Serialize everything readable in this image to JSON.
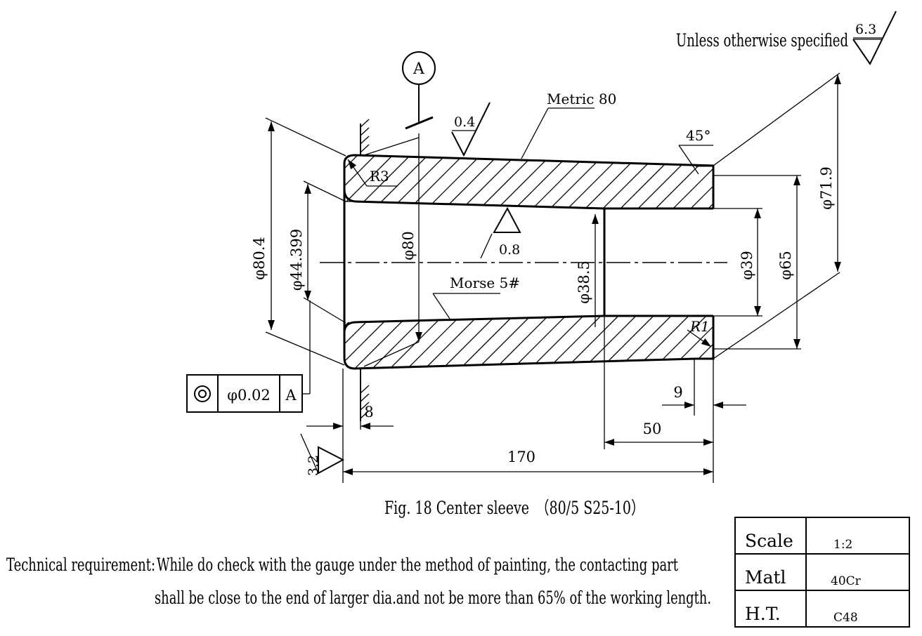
{
  "general_roughness": {
    "label": "Unless otherwise specified",
    "value": "6.3"
  },
  "datum": {
    "letter": "A"
  },
  "roughness": {
    "outer": "0.4",
    "bore": "0.8",
    "end_face": "3.2"
  },
  "thread": {
    "label": "Metric 80"
  },
  "taper": {
    "label": "Morse 5#"
  },
  "angle": {
    "chamfer": "45°"
  },
  "radii": {
    "r3": "R3",
    "r1": "R1"
  },
  "dimensions": {
    "d80_4": "φ80.4",
    "d44_399": "φ44.399",
    "d80": "φ80",
    "d38_5": "φ38.5",
    "d39": "φ39",
    "d65": "φ65",
    "d71_9": "φ71.9",
    "len170": "170",
    "len50": "50",
    "len9": "9",
    "len8": "8"
  },
  "tolerance_frame": {
    "symbol": "concentricity",
    "value": "φ0.02",
    "datum": "A"
  },
  "caption": "Fig. 18 Center sleeve　（80/5 S25-10）",
  "tech_requirement": {
    "heading": "Technical requirement:",
    "line1": "While do check with the gauge under the method of painting, the contacting part",
    "line2": "shall be close to the end of larger dia.and not be more than 65% of the working length."
  },
  "title_block": [
    {
      "label": "Scale",
      "value": "1:2"
    },
    {
      "label": "Matl",
      "value": "40Cr"
    },
    {
      "label": "H.T.",
      "value": "C48"
    }
  ]
}
